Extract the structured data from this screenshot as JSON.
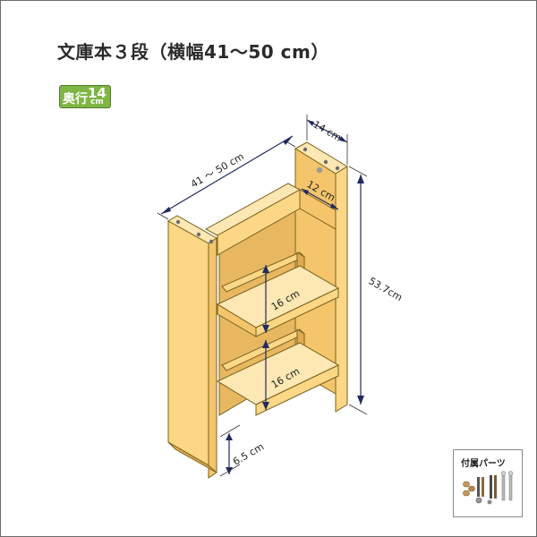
{
  "title": "文庫本３段（横幅41～50 cm）",
  "depth_badge": {
    "label": "奥行",
    "value": "14",
    "unit": "cm"
  },
  "dimensions": {
    "width": "41 ～ 50 cm",
    "depth": "14 cm",
    "inner_depth": "12 cm",
    "height": "53.7cm",
    "shelf_gap_1": "16 cm",
    "shelf_gap_2": "16 cm",
    "bottom_gap": "6.5 cm"
  },
  "parts": {
    "label": "付属パーツ"
  },
  "colors": {
    "wood_front": "#fbd786",
    "wood_side": "#f4c56a",
    "wood_top": "#fde7b3",
    "wood_dark": "#e0ab4d",
    "dimension_line": "#1f2a60",
    "badge": "#7fb545"
  }
}
